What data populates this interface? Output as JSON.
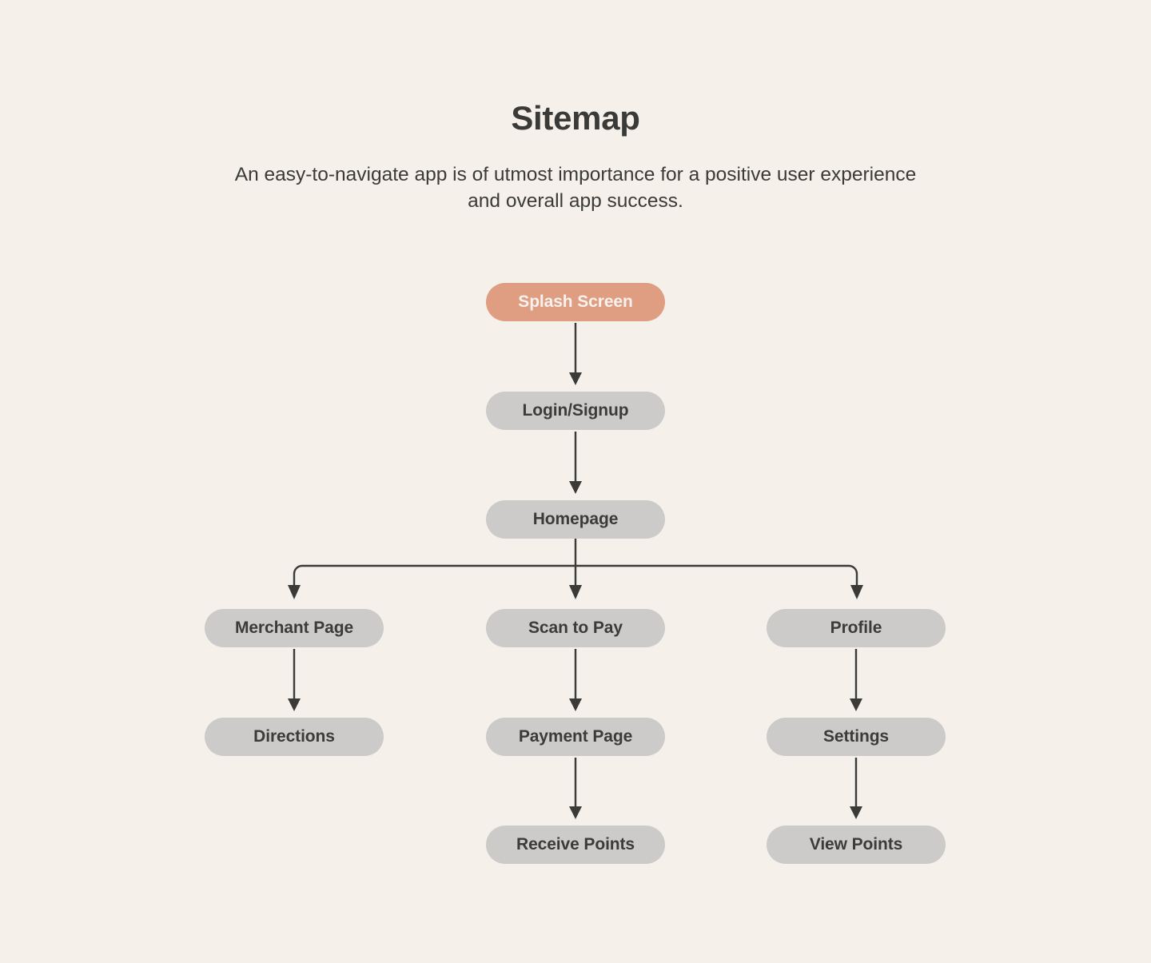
{
  "header": {
    "title": "Sitemap",
    "subtitle": "An easy-to-navigate app is of utmost importance for a positive user experience and overall app success."
  },
  "colors": {
    "background": "#F5F1EA",
    "node_default": "#CCCBC9",
    "node_accent": "#DF9D81",
    "node_text": "#3B3B39",
    "node_accent_text": "#F7F2ED",
    "connector": "#3A3A38"
  },
  "sitemap": {
    "nodes": [
      {
        "id": "splash-screen",
        "label": "Splash Screen",
        "column": "center",
        "row": 1,
        "accent": true
      },
      {
        "id": "login-signup",
        "label": "Login/Signup",
        "column": "center",
        "row": 2,
        "accent": false
      },
      {
        "id": "homepage",
        "label": "Homepage",
        "column": "center",
        "row": 3,
        "accent": false
      },
      {
        "id": "merchant-page",
        "label": "Merchant Page",
        "column": "left",
        "row": 4,
        "accent": false
      },
      {
        "id": "scan-to-pay",
        "label": "Scan to Pay",
        "column": "center",
        "row": 4,
        "accent": false
      },
      {
        "id": "profile",
        "label": "Profile",
        "column": "right",
        "row": 4,
        "accent": false
      },
      {
        "id": "directions",
        "label": "Directions",
        "column": "left",
        "row": 5,
        "accent": false
      },
      {
        "id": "payment-page",
        "label": "Payment Page",
        "column": "center",
        "row": 5,
        "accent": false
      },
      {
        "id": "settings",
        "label": "Settings",
        "column": "right",
        "row": 5,
        "accent": false
      },
      {
        "id": "receive-points",
        "label": "Receive Points",
        "column": "center",
        "row": 6,
        "accent": false
      },
      {
        "id": "view-points",
        "label": "View Points",
        "column": "right",
        "row": 6,
        "accent": false
      }
    ],
    "edges": [
      {
        "from": "splash-screen",
        "to": "login-signup",
        "type": "straight"
      },
      {
        "from": "login-signup",
        "to": "homepage",
        "type": "straight"
      },
      {
        "from": "homepage",
        "to": "merchant-page",
        "type": "branch-left"
      },
      {
        "from": "homepage",
        "to": "scan-to-pay",
        "type": "branch-center"
      },
      {
        "from": "homepage",
        "to": "profile",
        "type": "branch-right"
      },
      {
        "from": "merchant-page",
        "to": "directions",
        "type": "straight"
      },
      {
        "from": "scan-to-pay",
        "to": "payment-page",
        "type": "straight"
      },
      {
        "from": "profile",
        "to": "settings",
        "type": "straight"
      },
      {
        "from": "payment-page",
        "to": "receive-points",
        "type": "straight"
      },
      {
        "from": "settings",
        "to": "view-points",
        "type": "straight"
      }
    ]
  }
}
